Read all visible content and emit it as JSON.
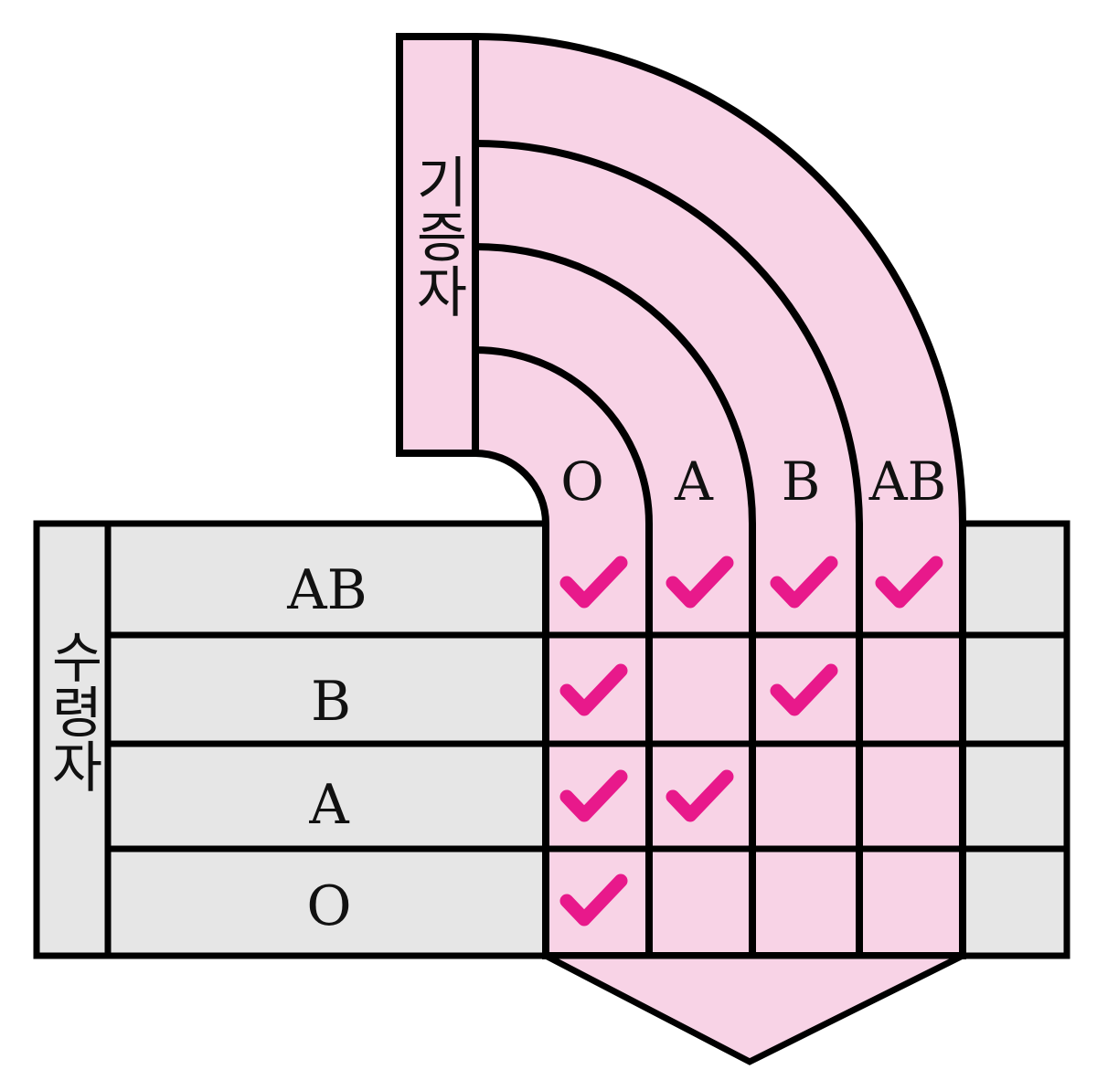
{
  "donor_label": "기증자",
  "recipient_label": "수령자",
  "donor_types": [
    "O",
    "A",
    "B",
    "AB"
  ],
  "recipient_types": [
    "AB",
    "B",
    "A",
    "O"
  ],
  "compatibility": [
    [
      true,
      true,
      true,
      true
    ],
    [
      true,
      false,
      true,
      false
    ],
    [
      true,
      true,
      false,
      false
    ],
    [
      true,
      false,
      false,
      false
    ]
  ],
  "colors": {
    "donor_fill": "#f8d3e6",
    "recipient_fill": "#e6e6e6",
    "check": "#e8198b",
    "outline": "#000000"
  }
}
